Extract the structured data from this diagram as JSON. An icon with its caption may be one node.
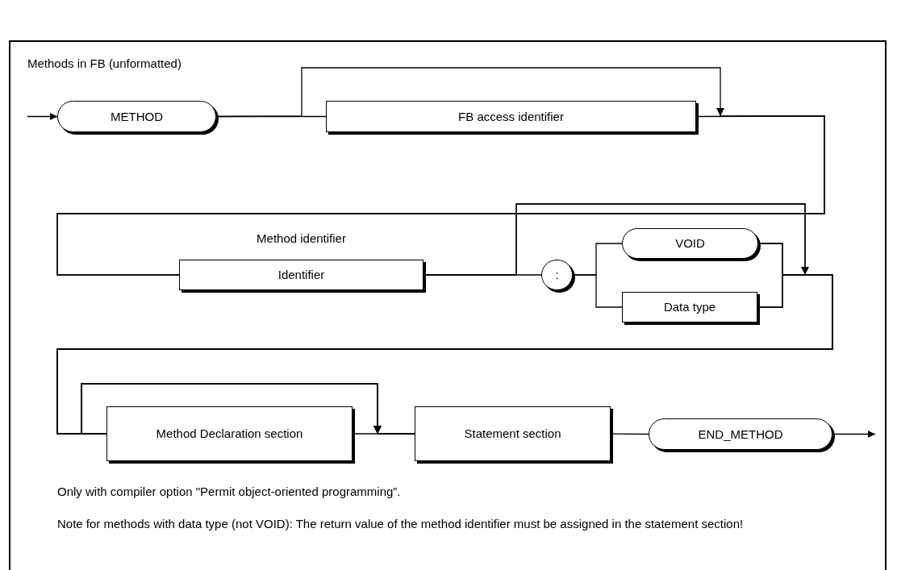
{
  "diagram": {
    "title": "Methods in FB (unformatted)",
    "nodes": [
      {
        "text": [
          "METHOD"
        ]
      },
      {
        "text": [
          "FB access identifier"
        ]
      },
      {
        "text": [
          "Identifier"
        ],
        "beside": [
          "Method identifier"
        ]
      },
      {
        "text": [
          ":"
        ]
      },
      {
        "text": [
          "VOID"
        ]
      },
      {
        "text": [
          "Data type"
        ]
      },
      {
        "text": [
          "Method Declaration section"
        ]
      },
      {
        "text": [
          "Statement section"
        ]
      },
      {
        "text": [
          "END_METHOD"
        ]
      }
    ],
    "edges": [
      {
        "from": null,
        "to": 0,
        "arrow": "to"
      },
      {
        "from": 0,
        "to": 1,
        "arrow": "none"
      },
      {
        "from": 0,
        "to": 2,
        "arrow": "to"
      },
      {
        "from": 1,
        "to": 2,
        "arrow": "none"
      },
      {
        "from": 2,
        "to": 3,
        "arrow": "none"
      },
      {
        "from": 2,
        "to": 6,
        "arrow": "to"
      },
      {
        "from": 3,
        "to": 4,
        "arrow": "none"
      },
      {
        "from": 3,
        "to": 5,
        "arrow": "none"
      },
      {
        "from": 4,
        "to": 6,
        "arrow": "none"
      },
      {
        "from": 5,
        "to": 6,
        "arrow": "none"
      },
      {
        "from": 6,
        "to": 7,
        "arrow": "none"
      },
      {
        "from": 2,
        "to": 7,
        "arrow": "to"
      },
      {
        "from": 4,
        "to": 7,
        "arrow": "to"
      },
      {
        "from": 5,
        "to": 7,
        "arrow": "to"
      },
      {
        "from": 7,
        "to": 8,
        "arrow": "none"
      },
      {
        "from": 8,
        "to": null,
        "arrow": "to"
      }
    ],
    "labels": [
      "Only with compiler option \"Permit object-oriented programming”.",
      "Note for methods with data type (not VOID): The return value of the method identifier must be assigned in the statement section!"
    ]
  }
}
